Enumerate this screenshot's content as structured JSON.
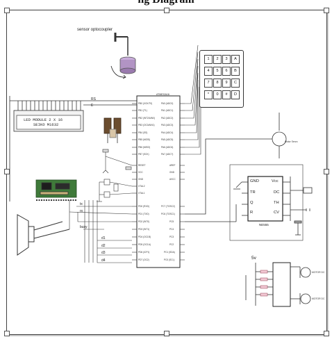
{
  "page": {
    "title": "ng Diagram"
  },
  "sensor": {
    "label": "sensor optocoupler"
  },
  "lcd": {
    "line1": "LED MODULE 2 X 16",
    "line2": "SEIKO M1632"
  },
  "mcu": {
    "name": "ATMEGA16",
    "left_pins": [
      "PB0 (XCK/T0)",
      "PB1 (T1)",
      "PB2 (INT2/AIN0)",
      "PB3 (OC0/AIN1)",
      "PB4 (SS)",
      "PB5 (MOSI)",
      "PB6 (MISO)",
      "PB7 (SCK)",
      "RESET",
      "VCC",
      "GND",
      "XTAL2",
      "XTAL1",
      "PD0 (RXD)",
      "PD1 (TXD)",
      "PD2 (INT0)",
      "PD3 (INT1)",
      "PD4 (OC1B)",
      "PD5 (OC1A)",
      "PD6 (ICP1)",
      "PD7 (OC2)"
    ],
    "right_pins": [
      "PA0 (ADC0)",
      "PA1 (ADC1)",
      "PA2 (ADC2)",
      "PA3 (ADC3)",
      "PA4 (ADC4)",
      "PA5 (ADC5)",
      "PA6 (ADC6)",
      "PA7 (ADC7)",
      "AREF",
      "GND",
      "AVCC",
      "PC7 (TOSC2)",
      "PC6 (TOSC1)",
      "PC5",
      "PC4",
      "PC3",
      "PC2",
      "PC1 (SDA)",
      "PC0 (SCL)"
    ]
  },
  "nets": {
    "rs": "RS",
    "e": "E",
    "tx": "tx",
    "rx": "rx",
    "busy": "busy",
    "d1": "d1",
    "d2": "d2",
    "d3": "d3",
    "d4": "d4",
    "v5": "5v"
  },
  "keypad": {
    "keys": [
      "1",
      "2",
      "3",
      "A",
      "4",
      "5",
      "6",
      "B",
      "7",
      "8",
      "9",
      "C",
      "*",
      "0",
      "#",
      "D"
    ]
  },
  "ne555": {
    "name": "NE555",
    "pins": {
      "gnd": "GND",
      "vcc": "Vcc",
      "tr": "TR",
      "dc": "DC",
      "q": "Q",
      "th": "TH",
      "r": "R",
      "cv": "CV"
    }
  },
  "motors": {
    "top": "Motor Servo",
    "dc1": "MOTOR DC",
    "dc2": "MOTOR DC"
  },
  "colors": {
    "line": "#333333",
    "module_green": "#3f7a3a",
    "sensor_purple": "#b294c4"
  }
}
